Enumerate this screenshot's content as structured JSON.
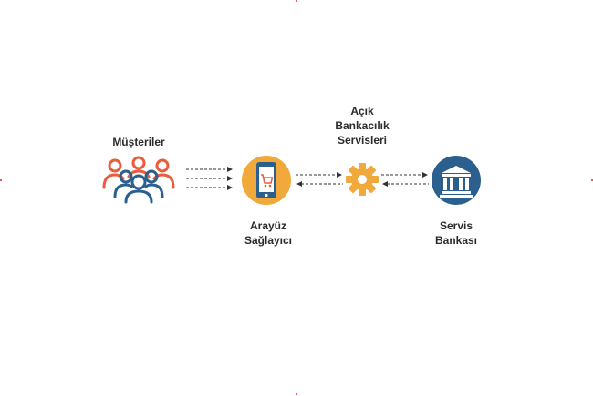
{
  "nodes": {
    "customers": {
      "label": "Müşteriler",
      "icon": "people-group-icon"
    },
    "interface_provider": {
      "label_line1": "Arayüz",
      "label_line2": "Sağlayıcı",
      "icon": "smartphone-cart-icon"
    },
    "open_banking": {
      "label_line1": "Açık",
      "label_line2": "Bankacılık",
      "label_line3": "Servisleri",
      "icon": "gear-icon"
    },
    "service_bank": {
      "label_line1": "Servis",
      "label_line2": "Bankası",
      "icon": "bank-building-icon"
    }
  },
  "colors": {
    "blue": "#2b5f8e",
    "orange": "#e95d3c",
    "yellow": "#f2a93b",
    "text": "#2b2b2b"
  }
}
